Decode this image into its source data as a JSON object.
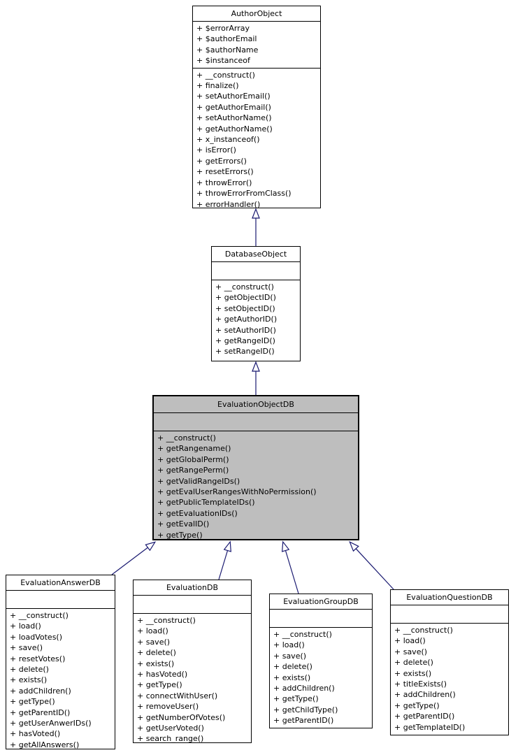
{
  "diagram": {
    "type": "uml-class-inheritance-graph",
    "colors": {
      "background": "#ffffff",
      "box_border": "#000000",
      "highlight_fill": "#bebebe",
      "edge": "#191970"
    },
    "classes": {
      "author_object": {
        "name": "AuthorObject",
        "attributes": [
          "+ $errorArray",
          "+ $authorEmail",
          "+ $authorName",
          "+ $instanceof"
        ],
        "methods": [
          "+ __construct()",
          "+ finalize()",
          "+ setAuthorEmail()",
          "+ getAuthorEmail()",
          "+ setAuthorName()",
          "+ getAuthorName()",
          "+ x_instanceof()",
          "+ isError()",
          "+ getErrors()",
          "+ resetErrors()",
          "+ throwError()",
          "+ throwErrorFromClass()",
          "+ errorHandler()"
        ]
      },
      "database_object": {
        "name": "DatabaseObject",
        "attributes": [],
        "methods": [
          "+ __construct()",
          "+ getObjectID()",
          "+ setObjectID()",
          "+ getAuthorID()",
          "+ setAuthorID()",
          "+ getRangeID()",
          "+ setRangeID()"
        ]
      },
      "evaluation_object_db": {
        "name": "EvaluationObjectDB",
        "attributes": [],
        "methods": [
          "+ __construct()",
          "+ getRangename()",
          "+ getGlobalPerm()",
          "+ getRangePerm()",
          "+ getValidRangeIDs()",
          "+ getEvalUserRangesWithNoPermission()",
          "+ getPublicTemplateIDs()",
          "+ getEvaluationIDs()",
          "+ getEvalID()",
          "+ getType()"
        ]
      },
      "evaluation_answer_db": {
        "name": "EvaluationAnswerDB",
        "attributes": [],
        "methods": [
          "+ __construct()",
          "+ load()",
          "+ loadVotes()",
          "+ save()",
          "+ resetVotes()",
          "+ delete()",
          "+ exists()",
          "+ addChildren()",
          "+ getType()",
          "+ getParentID()",
          "+ getUserAnwerIDs()",
          "+ hasVoted()",
          "+ getAllAnswers()"
        ]
      },
      "evaluation_db": {
        "name": "EvaluationDB",
        "attributes": [],
        "methods": [
          "+ __construct()",
          "+ load()",
          "+ save()",
          "+ delete()",
          "+ exists()",
          "+ hasVoted()",
          "+ getType()",
          "+ connectWithUser()",
          "+ removeUser()",
          "+ getNumberOfVotes()",
          "+ getUserVoted()",
          "+ search_range()"
        ]
      },
      "evaluation_group_db": {
        "name": "EvaluationGroupDB",
        "attributes": [],
        "methods": [
          "+ __construct()",
          "+ load()",
          "+ save()",
          "+ delete()",
          "+ exists()",
          "+ addChildren()",
          "+ getType()",
          "+ getChildType()",
          "+ getParentID()"
        ]
      },
      "evaluation_question_db": {
        "name": "EvaluationQuestionDB",
        "attributes": [],
        "methods": [
          "+ __construct()",
          "+ load()",
          "+ save()",
          "+ delete()",
          "+ exists()",
          "+ titleExists()",
          "+ addChildren()",
          "+ getType()",
          "+ getParentID()",
          "+ getTemplateID()"
        ]
      }
    },
    "edges": [
      {
        "child": "DatabaseObject",
        "parent": "AuthorObject",
        "relation": "inheritance"
      },
      {
        "child": "EvaluationObjectDB",
        "parent": "DatabaseObject",
        "relation": "inheritance"
      },
      {
        "child": "EvaluationAnswerDB",
        "parent": "EvaluationObjectDB",
        "relation": "inheritance"
      },
      {
        "child": "EvaluationDB",
        "parent": "EvaluationObjectDB",
        "relation": "inheritance"
      },
      {
        "child": "EvaluationGroupDB",
        "parent": "EvaluationObjectDB",
        "relation": "inheritance"
      },
      {
        "child": "EvaluationQuestionDB",
        "parent": "EvaluationObjectDB",
        "relation": "inheritance"
      }
    ]
  }
}
